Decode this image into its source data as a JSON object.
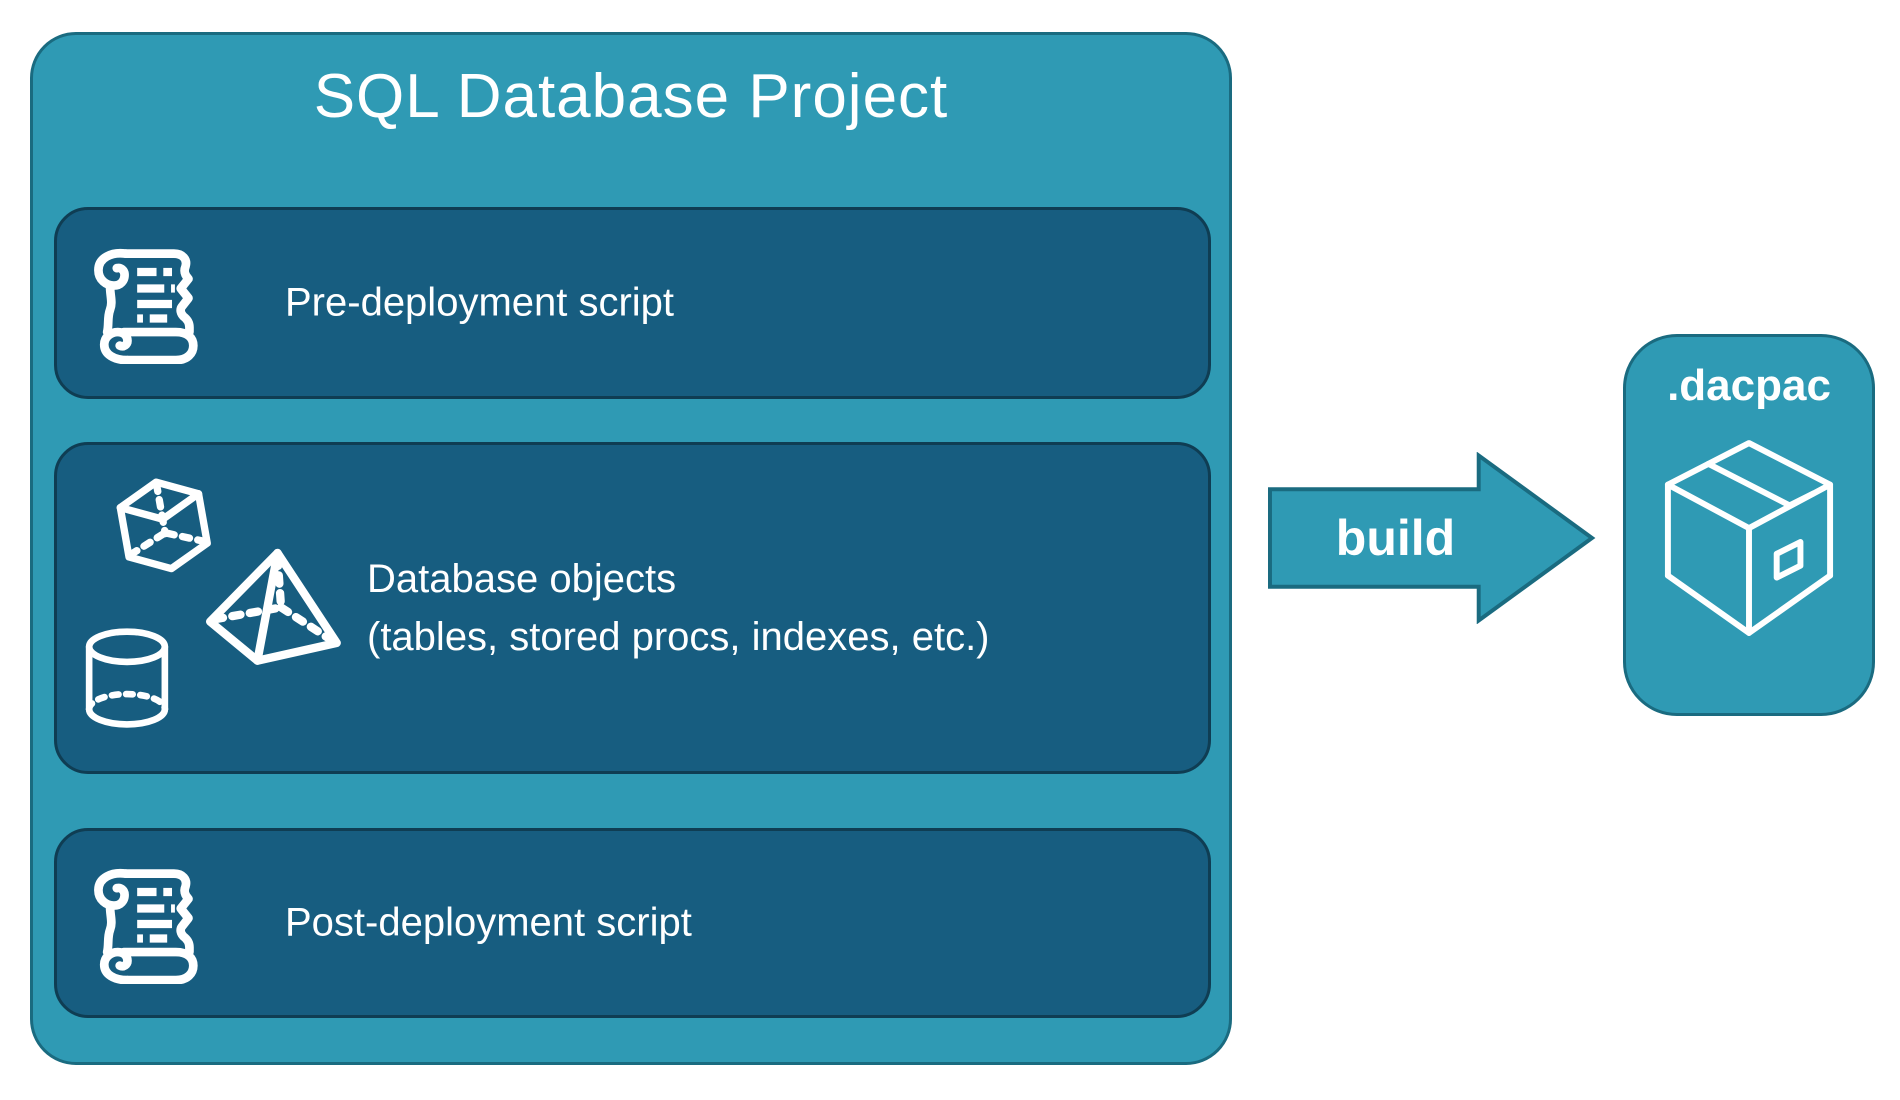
{
  "colors": {
    "container_fill": "#2F9AB4",
    "container_border": "#1A6B80",
    "panel_fill": "#175D80",
    "panel_border": "#0F3D53",
    "text": "#FFFFFF"
  },
  "project": {
    "title": "SQL Database Project",
    "panels": [
      {
        "label": "Pre-deployment script",
        "icon": "scroll-icon"
      },
      {
        "lines": [
          "Database objects",
          "(tables, stored procs, indexes, etc.)"
        ],
        "icons": [
          "cube-icon",
          "pyramid-icon",
          "cylinder-icon"
        ]
      },
      {
        "label": "Post-deployment script",
        "icon": "scroll-icon"
      }
    ]
  },
  "arrow": {
    "label": "build",
    "icon": "arrow-right-shape"
  },
  "artifact": {
    "label": ".dacpac",
    "icon": "package-icon"
  }
}
